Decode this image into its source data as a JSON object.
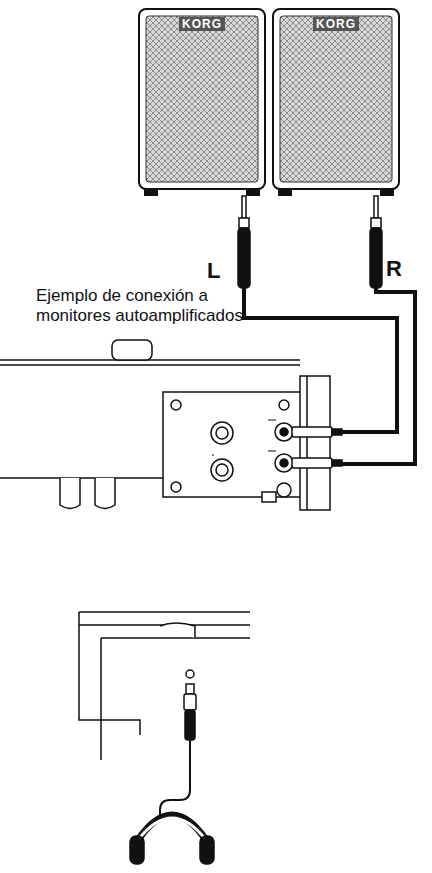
{
  "diagram": {
    "nodes": [
      {
        "text": [
          "KORG"
        ]
      },
      {
        "text": [
          "KORG"
        ]
      }
    ],
    "labels": [
      "L",
      "R",
      "Ejemplo de conexión a monitores autoamplificados"
    ]
  }
}
